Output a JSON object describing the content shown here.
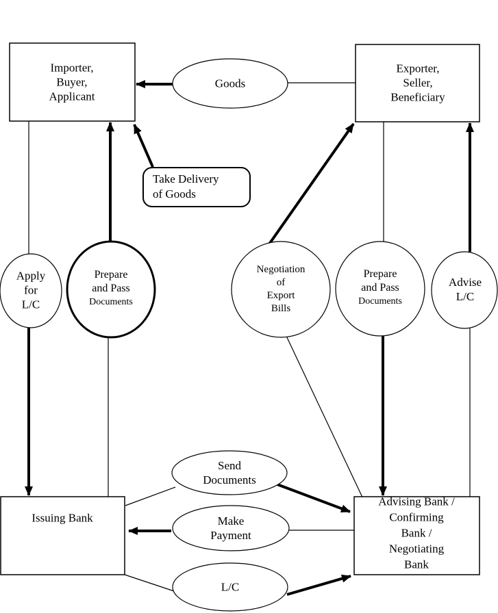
{
  "diagram": {
    "colors": {
      "line": "#000000",
      "fill": "#ffffff",
      "text": "#000000"
    },
    "nodes": {
      "importer": {
        "label": "Importer,\nBuyer,\nApplicant"
      },
      "exporter": {
        "label": "Exporter,\nSeller,\nBeneficiary"
      },
      "issuing_bank": {
        "label": "Issuing Bank"
      },
      "advising_bank": {
        "label": "Advising Bank /\nConfirming Bank /\nNegotiating Bank"
      },
      "take_delivery": {
        "label": "Take Delivery\nof Goods"
      },
      "goods": {
        "label": "Goods"
      },
      "apply_lc": {
        "label": "Apply\nfor\nL/C"
      },
      "prepare_documents_importer": {
        "label_main": "Prepare\nand Pass",
        "label_sub": "Documents"
      },
      "negotiation": {
        "label": "Negotiation\nof\nExport\nBills"
      },
      "prepare_documents_exporter": {
        "label_main": "Prepare\nand Pass",
        "label_sub": "Documents"
      },
      "advise_lc": {
        "label": "Advise\nL/C"
      },
      "send_documents": {
        "label": "Send\nDocuments"
      },
      "make_payment": {
        "label": "Make\nPayment"
      },
      "lc": {
        "label": "L/C"
      }
    }
  }
}
